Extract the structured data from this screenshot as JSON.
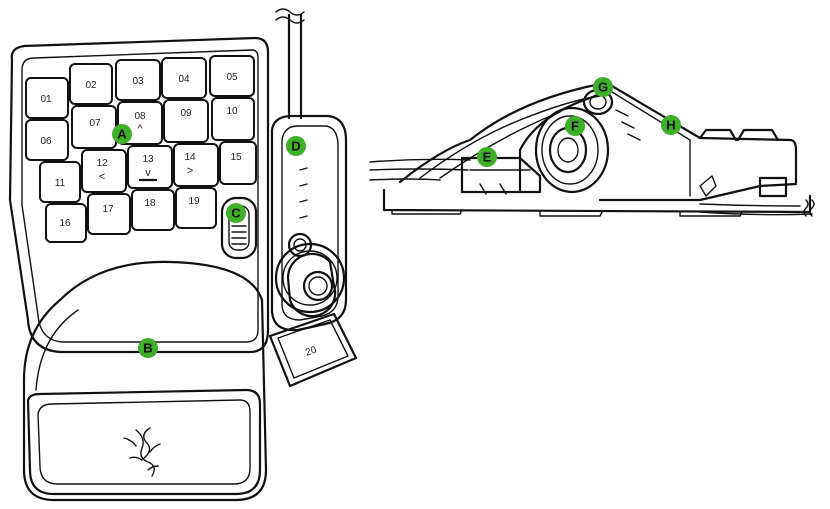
{
  "keys": [
    "01",
    "02",
    "03",
    "04",
    "05",
    "06",
    "07",
    "08",
    "09",
    "10",
    "11",
    "12",
    "13",
    "14",
    "15",
    "16",
    "17",
    "18",
    "19",
    "20"
  ],
  "key_arrows": {
    "08": "^",
    "12": "<",
    "13": "v",
    "14": ">"
  },
  "callouts": [
    "A",
    "B",
    "C",
    "D",
    "E",
    "F",
    "G",
    "H"
  ],
  "colors": {
    "callout": "#3fae2a",
    "outline": "#111111",
    "background": "#ffffff"
  },
  "icons": [
    "razer-logo-icon"
  ]
}
